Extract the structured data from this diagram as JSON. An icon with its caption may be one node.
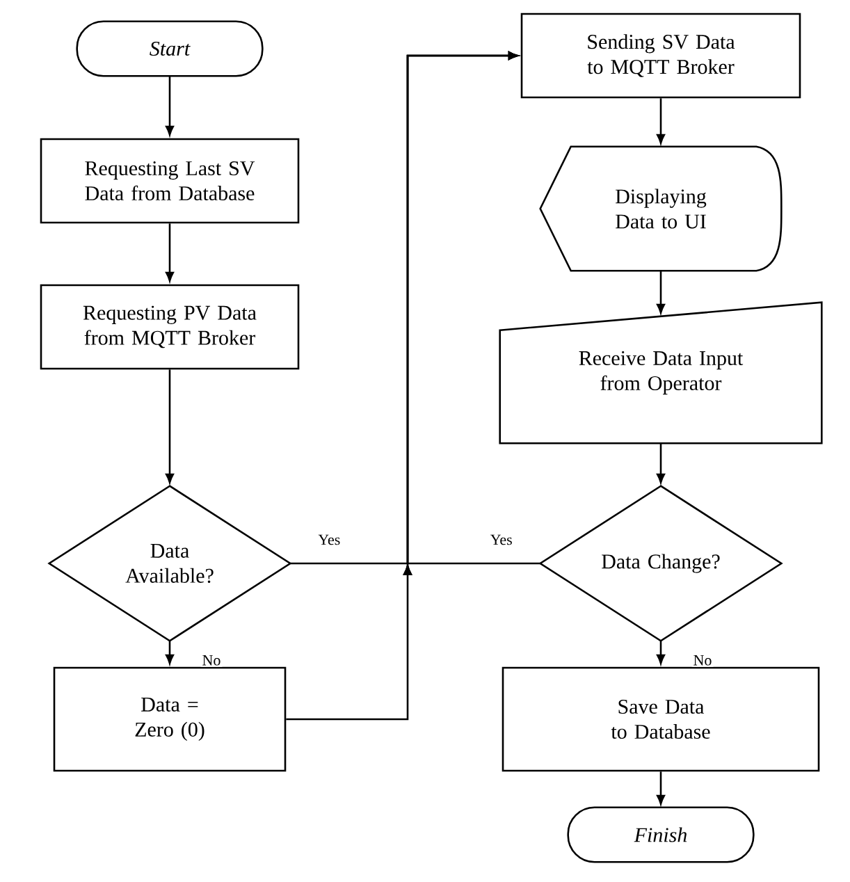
{
  "diagram": {
    "nodes": [
      {
        "text": [
          "Start"
        ]
      },
      {
        "text": [
          "Requesting Last SV Data from Database"
        ]
      },
      {
        "text": [
          "Requesting PV Data from MQTT Broker"
        ]
      },
      {
        "text": [
          "Data Available?"
        ]
      },
      {
        "text": [
          "Data = Zero (0)"
        ]
      },
      {
        "text": [
          "Sending SV Data to MQTT Broker"
        ]
      },
      {
        "text": [
          "Displaying Data to UI"
        ]
      },
      {
        "text": [
          "Receive Data Input from Operator"
        ]
      },
      {
        "text": [
          "Data Change?"
        ]
      },
      {
        "text": [
          "Save Data to Database"
        ]
      },
      {
        "text": [
          "Finish"
        ]
      }
    ],
    "edges": [
      {
        "from": 0,
        "to": 1,
        "arrow": "to"
      },
      {
        "from": 1,
        "to": 2,
        "arrow": "to"
      },
      {
        "from": 2,
        "to": 3,
        "arrow": "to"
      },
      {
        "from": 3,
        "to": 4,
        "arrow": "to",
        "label": "No"
      },
      {
        "from": 3,
        "to": 5,
        "arrow": "to",
        "label": "Yes"
      },
      {
        "from": 4,
        "to": 5,
        "arrow": "to"
      },
      {
        "from": 8,
        "to": 5,
        "arrow": "to",
        "label": "Yes"
      },
      {
        "from": 5,
        "to": 6,
        "arrow": "to"
      },
      {
        "from": 6,
        "to": 7,
        "arrow": "to"
      },
      {
        "from": 7,
        "to": 8,
        "arrow": "to"
      },
      {
        "from": 8,
        "to": 9,
        "arrow": "to",
        "label": "No"
      },
      {
        "from": 9,
        "to": 10,
        "arrow": "to"
      }
    ]
  }
}
